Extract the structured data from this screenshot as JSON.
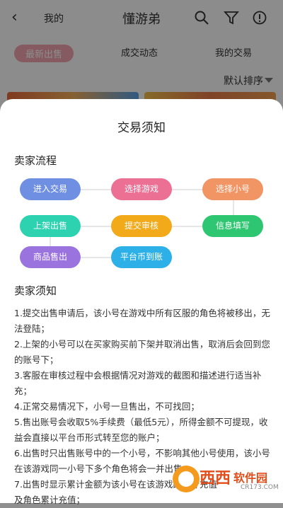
{
  "header": {
    "back_icon": "chevron-left-icon",
    "mine_label": "我的",
    "title": "懂游弟",
    "icons": [
      "search-icon",
      "filter-icon",
      "info-icon"
    ]
  },
  "tabs": [
    {
      "label": "最新出售",
      "active": true
    },
    {
      "label": "成交动态",
      "active": false
    },
    {
      "label": "我的交易",
      "active": false
    }
  ],
  "sort_label": "默认排序",
  "sheet": {
    "title": "交易须知",
    "seller_flow_title": "卖家流程",
    "flow_steps": [
      {
        "label": "进入交易",
        "color": "#6f8fe3"
      },
      {
        "label": "选择游戏",
        "color": "#ec6f94"
      },
      {
        "label": "选择小号",
        "color": "#f29565"
      },
      {
        "label": "上架出售",
        "color": "#2dd2b0"
      },
      {
        "label": "提交审核",
        "color": "#f2a91a"
      },
      {
        "label": "信息填写",
        "color": "#2fc672"
      },
      {
        "label": "商品售出",
        "color": "#9a73de"
      },
      {
        "label": "平台币到账",
        "color": "#2db0e8"
      }
    ],
    "notes_title": "卖家须知",
    "notes": [
      "1.提交出售申请后，该小号在游戏中所有区服的角色将被移出，无法登陆；",
      "2.上架的小号可以在买家购买前下架并取消出售，取消后会回到您的账号下；",
      "3.客服在审核过程中会根据情况对游戏的截图和描述进行适当补充；",
      "4.正常交易情况下，小号一旦售出，不可找回；",
      "5.售出账号会收取5%手续费（最低5元），所得金额不可提现，收益会直接以平台币形式转至您的账户；",
      "6.出售时只出售账号中的一个小号，不影响其他小号使用，该小号在该游戏同一小号下多个角色将会一并出售；",
      "7.出售时显示累计金额为该小号在该游戏的累计充值",
      "及角色累计充值；"
    ]
  },
  "watermark": {
    "brand": "西西",
    "suffix": "软件园",
    "url": "CR173.COM"
  }
}
